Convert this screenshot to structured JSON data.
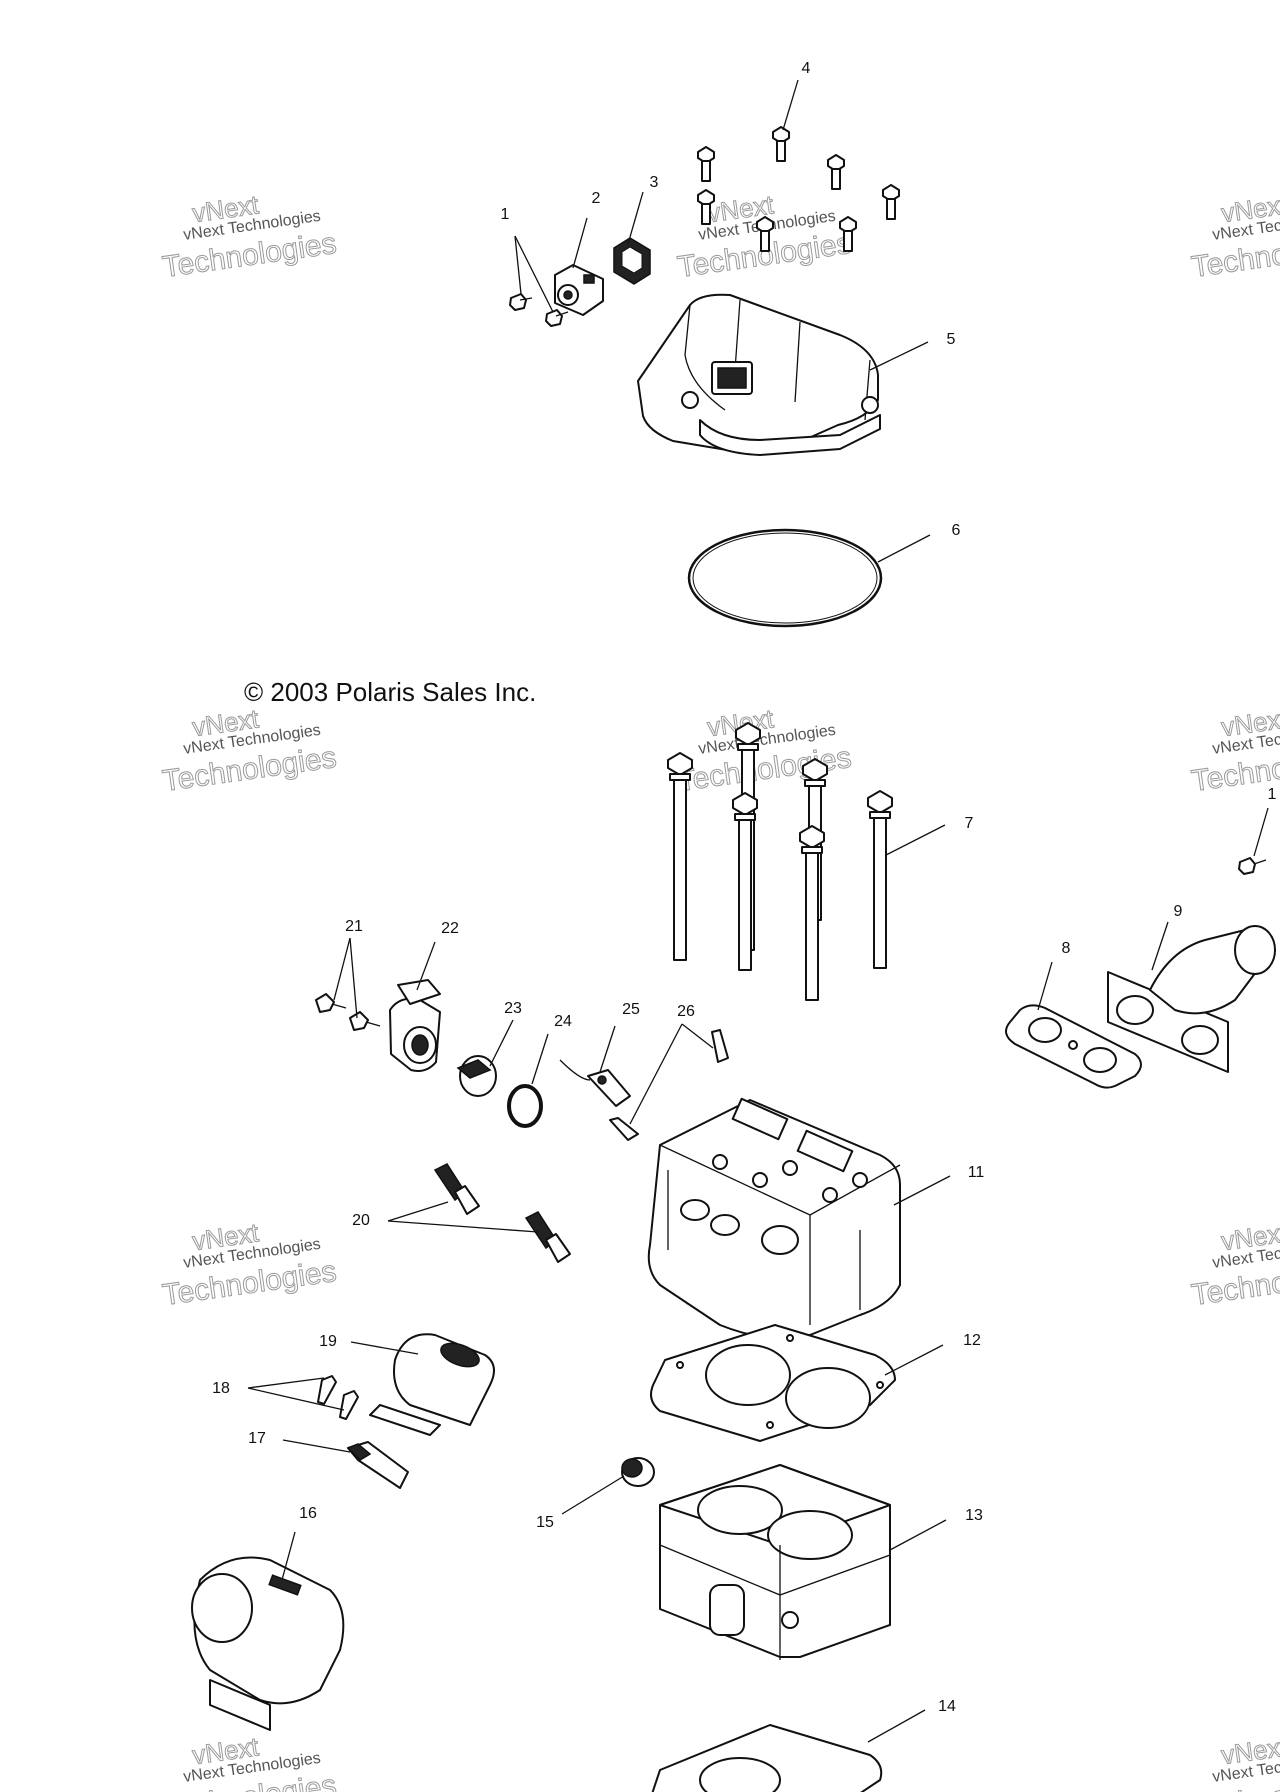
{
  "copyright": "© 2003 Polaris Sales Inc.",
  "watermark": {
    "line1": "vNext Technologies",
    "word_next": "vNext",
    "word_tech": "Technologies"
  },
  "callouts": [
    {
      "id": "1",
      "label": "1"
    },
    {
      "id": "2",
      "label": "2"
    },
    {
      "id": "3",
      "label": "3"
    },
    {
      "id": "4",
      "label": "4"
    },
    {
      "id": "5",
      "label": "5"
    },
    {
      "id": "6",
      "label": "6"
    },
    {
      "id": "7",
      "label": "7"
    },
    {
      "id": "8",
      "label": "8"
    },
    {
      "id": "9",
      "label": "9"
    },
    {
      "id": "10",
      "label": "1"
    },
    {
      "id": "11",
      "label": "11"
    },
    {
      "id": "12",
      "label": "12"
    },
    {
      "id": "13",
      "label": "13"
    },
    {
      "id": "14",
      "label": "14"
    },
    {
      "id": "15",
      "label": "15"
    },
    {
      "id": "16",
      "label": "16"
    },
    {
      "id": "17",
      "label": "17"
    },
    {
      "id": "18",
      "label": "18"
    },
    {
      "id": "19",
      "label": "19"
    },
    {
      "id": "20",
      "label": "20"
    },
    {
      "id": "21",
      "label": "21"
    },
    {
      "id": "22",
      "label": "22"
    },
    {
      "id": "23",
      "label": "23"
    },
    {
      "id": "24",
      "label": "24"
    },
    {
      "id": "25",
      "label": "25"
    },
    {
      "id": "26",
      "label": "26"
    }
  ]
}
